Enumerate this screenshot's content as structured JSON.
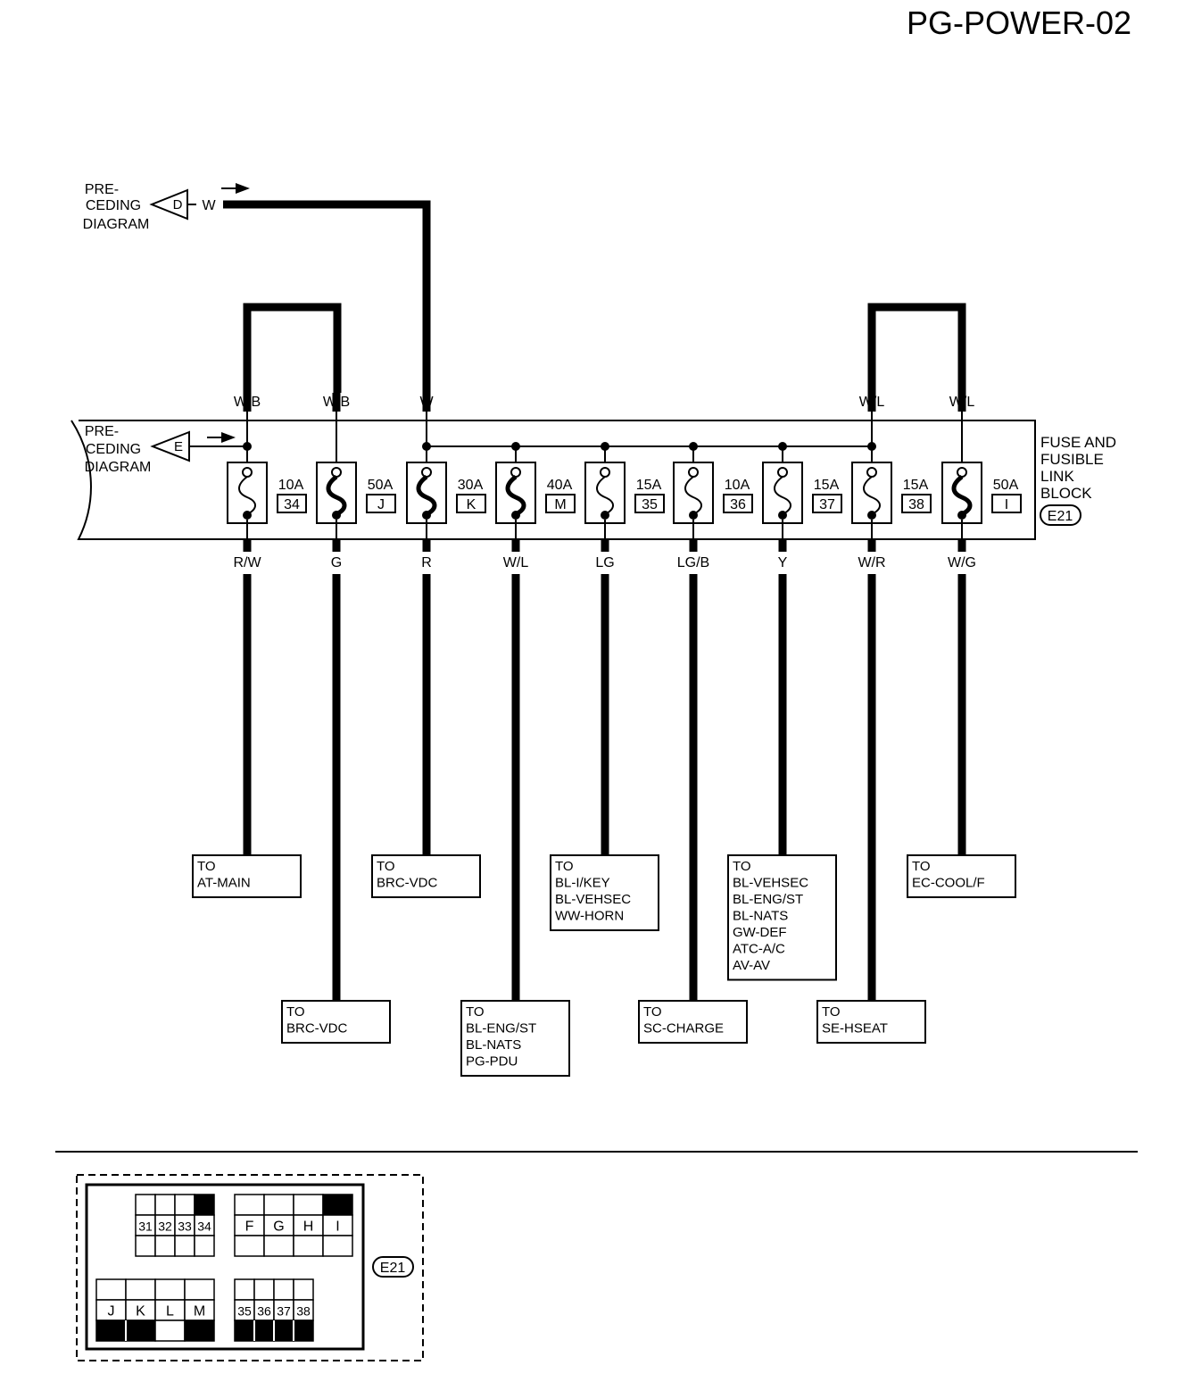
{
  "page_code": "PG-POWER-02",
  "preceding_top": {
    "label_lines": [
      "PRE-",
      "CEDING",
      "DIAGRAM"
    ],
    "connector": "D",
    "wire": "W"
  },
  "preceding_left": {
    "label_lines": [
      "PRE-",
      "CEDING",
      "DIAGRAM"
    ],
    "connector": "E"
  },
  "block": {
    "name_lines": [
      "FUSE AND",
      "FUSIBLE",
      "LINK",
      "BLOCK"
    ],
    "connector": "E21"
  },
  "fuses": [
    {
      "in_wire": "W/B",
      "out_wire": "R/W",
      "rating": "10A",
      "id": "34"
    },
    {
      "in_wire": "W/B",
      "out_wire": "G",
      "rating": "50A",
      "id": "J"
    },
    {
      "in_wire": "W",
      "out_wire": "R",
      "rating": "30A",
      "id": "K"
    },
    {
      "in_wire": "",
      "out_wire": "W/L",
      "rating": "40A",
      "id": "M"
    },
    {
      "in_wire": "",
      "out_wire": "LG",
      "rating": "15A",
      "id": "35"
    },
    {
      "in_wire": "",
      "out_wire": "LG/B",
      "rating": "10A",
      "id": "36"
    },
    {
      "in_wire": "",
      "out_wire": "Y",
      "rating": "15A",
      "id": "37"
    },
    {
      "in_wire": "W/L",
      "out_wire": "W/R",
      "rating": "15A",
      "id": "38"
    },
    {
      "in_wire": "W/L",
      "out_wire": "W/G",
      "rating": "50A",
      "id": "I"
    }
  ],
  "destinations": [
    {
      "fuse": 0,
      "lines": [
        "TO",
        "AT-MAIN"
      ]
    },
    {
      "fuse": 1,
      "lines": [
        "TO",
        "BRC-VDC"
      ]
    },
    {
      "fuse": 2,
      "lines": [
        "TO",
        "BRC-VDC"
      ]
    },
    {
      "fuse": 3,
      "lines": [
        "TO",
        "BL-ENG/ST",
        "BL-NATS",
        "PG-PDU"
      ]
    },
    {
      "fuse": 4,
      "lines": [
        "TO",
        "BL-I/KEY",
        "BL-VEHSEC",
        "WW-HORN"
      ]
    },
    {
      "fuse": 5,
      "lines": [
        "TO",
        "SC-CHARGE"
      ]
    },
    {
      "fuse": 6,
      "lines": [
        "TO",
        "BL-VEHSEC",
        "BL-ENG/ST",
        "BL-NATS",
        "GW-DEF",
        "ATC-A/C",
        "AV-AV"
      ]
    },
    {
      "fuse": 7,
      "lines": [
        "TO",
        "SE-HSEAT"
      ]
    },
    {
      "fuse": 8,
      "lines": [
        "TO",
        "EC-COOL/F"
      ]
    }
  ],
  "connector_view": {
    "connector": "E21",
    "group_a": [
      "31",
      "32",
      "33",
      "34"
    ],
    "group_b": [
      "F",
      "G",
      "H",
      "I"
    ],
    "group_c": [
      "J",
      "K",
      "L",
      "M"
    ],
    "group_d": [
      "35",
      "36",
      "37",
      "38"
    ]
  }
}
